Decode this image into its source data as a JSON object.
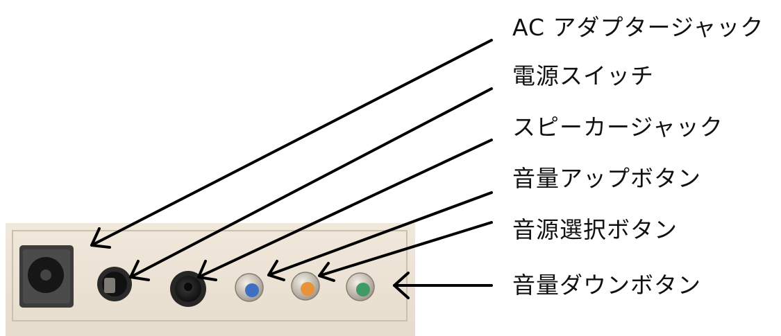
{
  "labels": [
    {
      "id": "ac-adapter-jack",
      "text": "AC アダプタージャック"
    },
    {
      "id": "power-switch",
      "text": "電源スイッチ"
    },
    {
      "id": "speaker-jack",
      "text": "スピーカージャック"
    },
    {
      "id": "volume-up-button",
      "text": "音量アップボタン"
    },
    {
      "id": "source-select-button",
      "text": "音源選択ボタン"
    },
    {
      "id": "volume-down-button",
      "text": "音量ダウンボタン"
    }
  ],
  "colors": {
    "panel": "#ede4d6",
    "arrow": "#000000",
    "button_blue": "#3f6fc0",
    "button_orange": "#e8923a",
    "button_green": "#3f9a63"
  }
}
